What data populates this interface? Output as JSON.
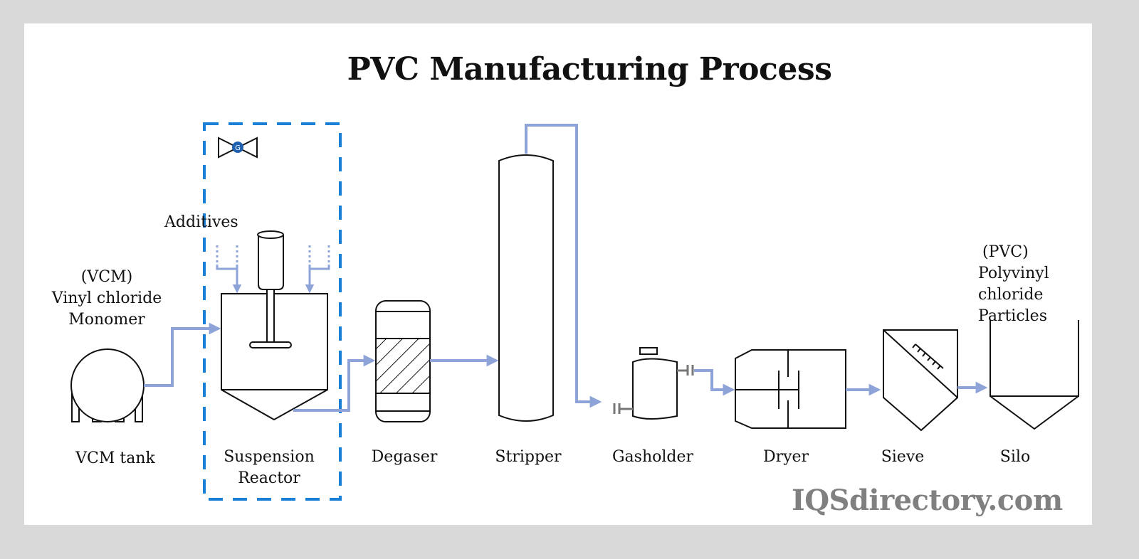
{
  "title": "PVC Manufacturing Process",
  "brand": "IQSdirectory.com",
  "colors": {
    "pipe": "#8ea3d8",
    "reactor_box": "#1a7fd6",
    "valve_badge": "#1f5fb0",
    "outline": "#111111",
    "flange": "#777777",
    "background": "#d9d9d9",
    "panel": "#ffffff",
    "brand": "#808080"
  },
  "annotations": {
    "additives": "Additives",
    "vcm": [
      "(VCM)",
      "Vinyl chloride",
      "Monomer"
    ],
    "pvc": [
      "(PVC)",
      "Polyvinyl",
      "chloride",
      "Particles"
    ],
    "valve_letter": "G"
  },
  "stages": [
    {
      "id": "vcm-tank",
      "label": [
        "VCM tank"
      ]
    },
    {
      "id": "suspension-reactor",
      "label": [
        "Suspension",
        "Reactor"
      ]
    },
    {
      "id": "degaser",
      "label": [
        "Degaser"
      ]
    },
    {
      "id": "stripper",
      "label": [
        "Stripper"
      ]
    },
    {
      "id": "gasholder",
      "label": [
        "Gasholder"
      ]
    },
    {
      "id": "dryer",
      "label": [
        "Dryer"
      ]
    },
    {
      "id": "sieve",
      "label": [
        "Sieve"
      ]
    },
    {
      "id": "silo",
      "label": [
        "Silo"
      ]
    }
  ],
  "flow": [
    {
      "from": "vcm-tank",
      "to": "suspension-reactor"
    },
    {
      "from": "suspension-reactor",
      "to": "degaser"
    },
    {
      "from": "degaser",
      "to": "stripper"
    },
    {
      "from": "stripper",
      "to": "gasholder"
    },
    {
      "from": "gasholder",
      "to": "dryer"
    },
    {
      "from": "dryer",
      "to": "sieve"
    },
    {
      "from": "sieve",
      "to": "silo"
    }
  ]
}
